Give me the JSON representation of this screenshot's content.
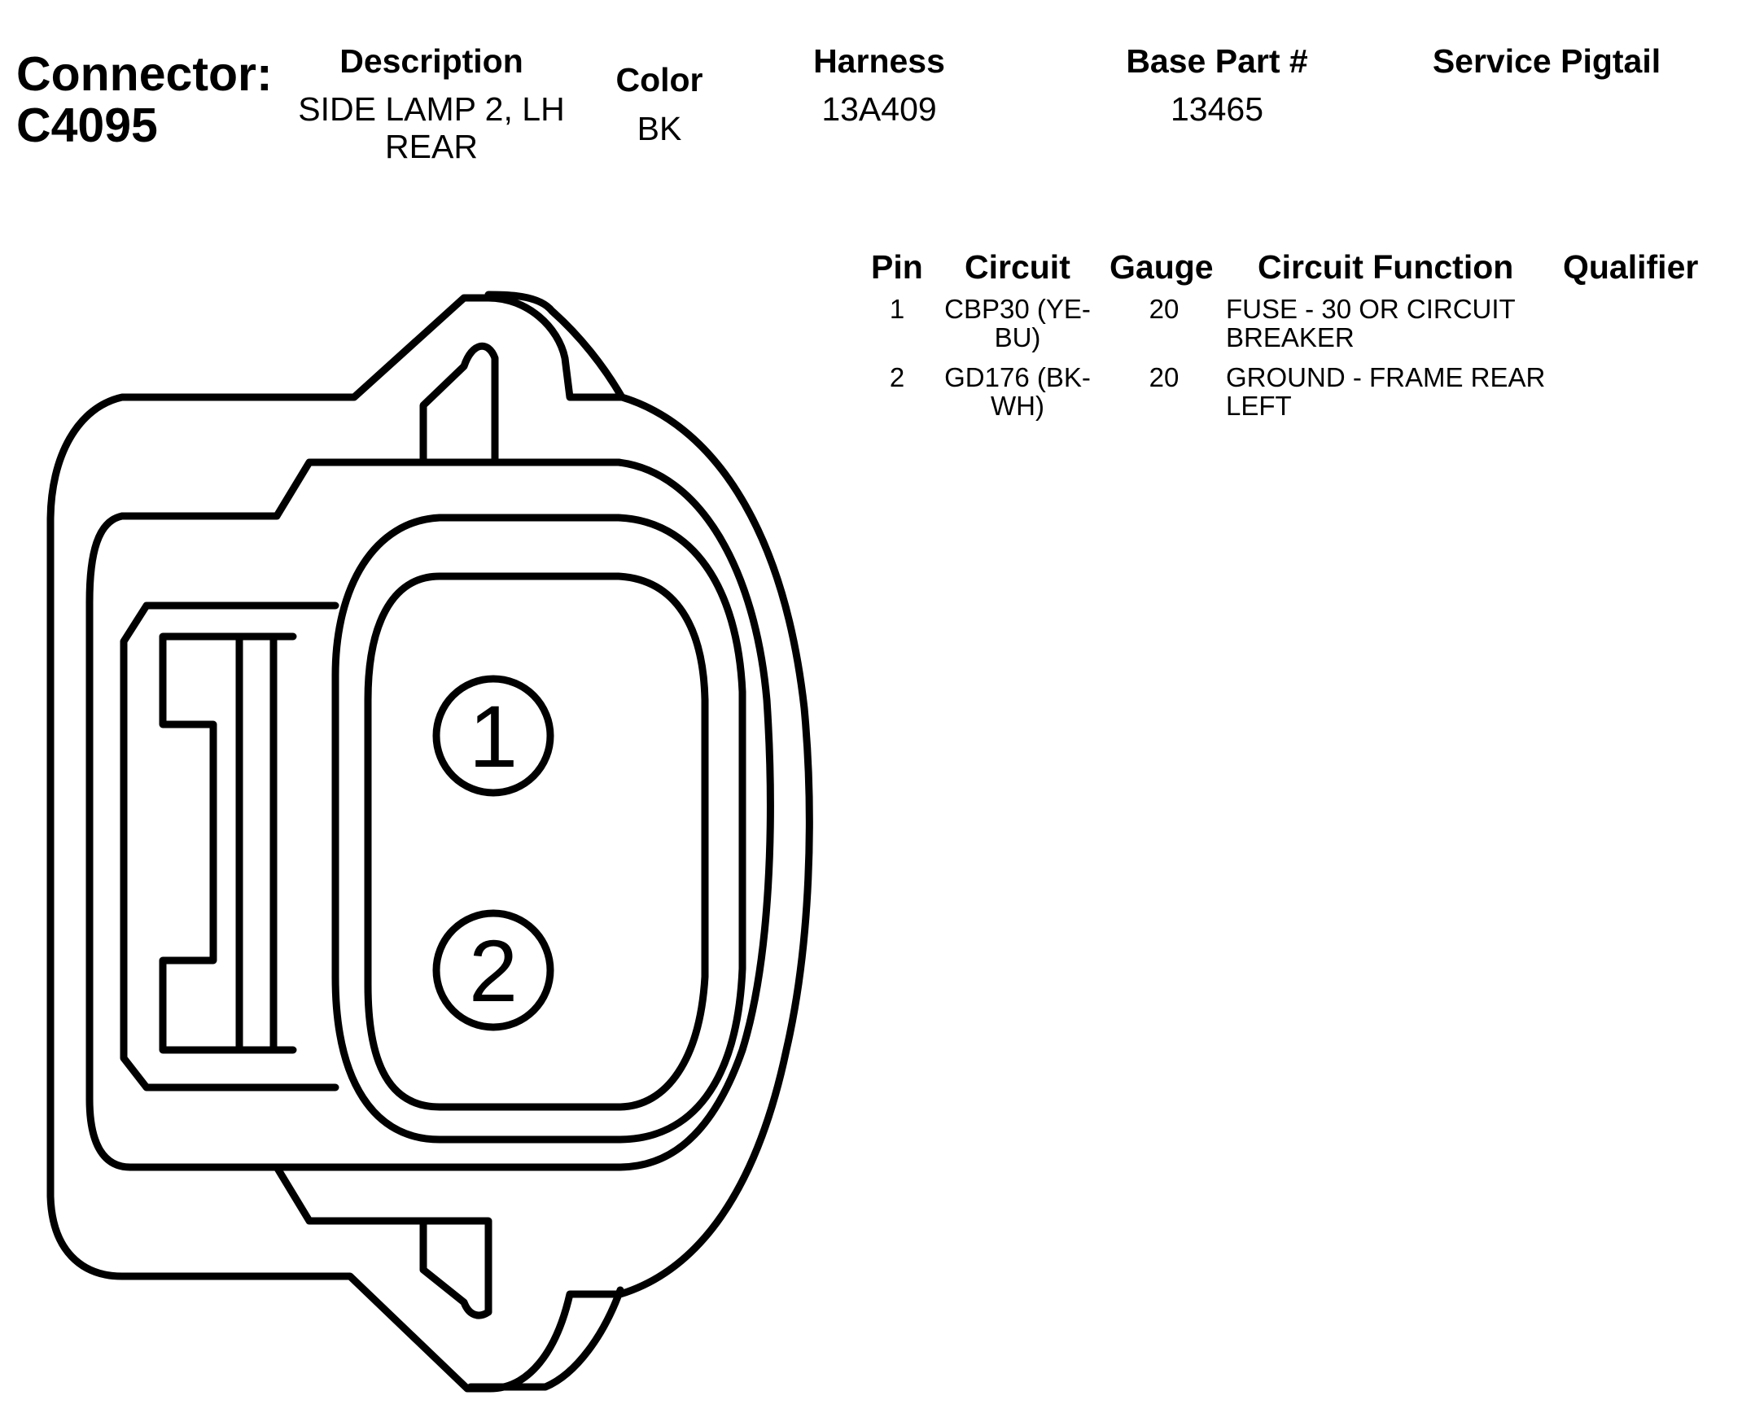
{
  "connector": {
    "label": "Connector:",
    "id": "C4095"
  },
  "header": {
    "description_label": "Description",
    "description_line1": "SIDE LAMP 2, LH",
    "description_line2": "REAR",
    "color_label": "Color",
    "color_value": "BK",
    "harness_label": "Harness",
    "harness_value": "13A409",
    "base_part_label": "Base Part #",
    "base_part_value": "13465",
    "service_pigtail_label": "Service Pigtail"
  },
  "pin_table": {
    "headers": {
      "pin": "Pin",
      "circuit": "Circuit",
      "gauge": "Gauge",
      "circuit_function": "Circuit Function",
      "qualifier": "Qualifier"
    },
    "rows": [
      {
        "pin": "1",
        "circuit_line1": "CBP30 (YE-",
        "circuit_line2": "BU)",
        "gauge": "20",
        "function_line1": "FUSE - 30 OR CIRCUIT",
        "function_line2": "BREAKER",
        "qualifier": ""
      },
      {
        "pin": "2",
        "circuit_line1": "GD176 (BK-",
        "circuit_line2": "WH)",
        "gauge": "20",
        "function_line1": "GROUND - FRAME REAR",
        "function_line2": "LEFT",
        "qualifier": ""
      }
    ]
  },
  "diagram": {
    "pin_labels": [
      "1",
      "2"
    ],
    "stroke_color": "#000000"
  }
}
